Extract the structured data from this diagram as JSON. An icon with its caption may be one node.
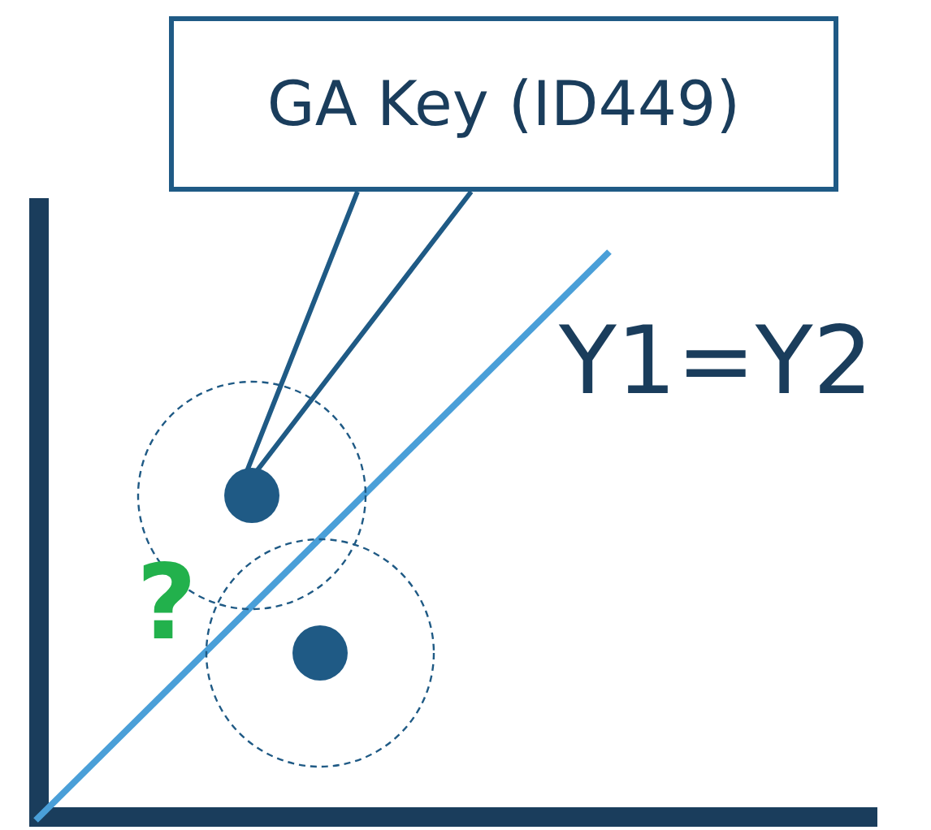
{
  "diagram": {
    "nodes": [
      {
        "text": [
          "GA Key (ID449)"
        ]
      },
      {
        "text": [],
        "shape": "circle"
      },
      {
        "text": [],
        "shape": "circle"
      }
    ],
    "edges": [
      {
        "from": 0,
        "to": 1,
        "arrow": "none"
      }
    ],
    "labels": [
      "Y1=Y2",
      "?"
    ]
  }
}
